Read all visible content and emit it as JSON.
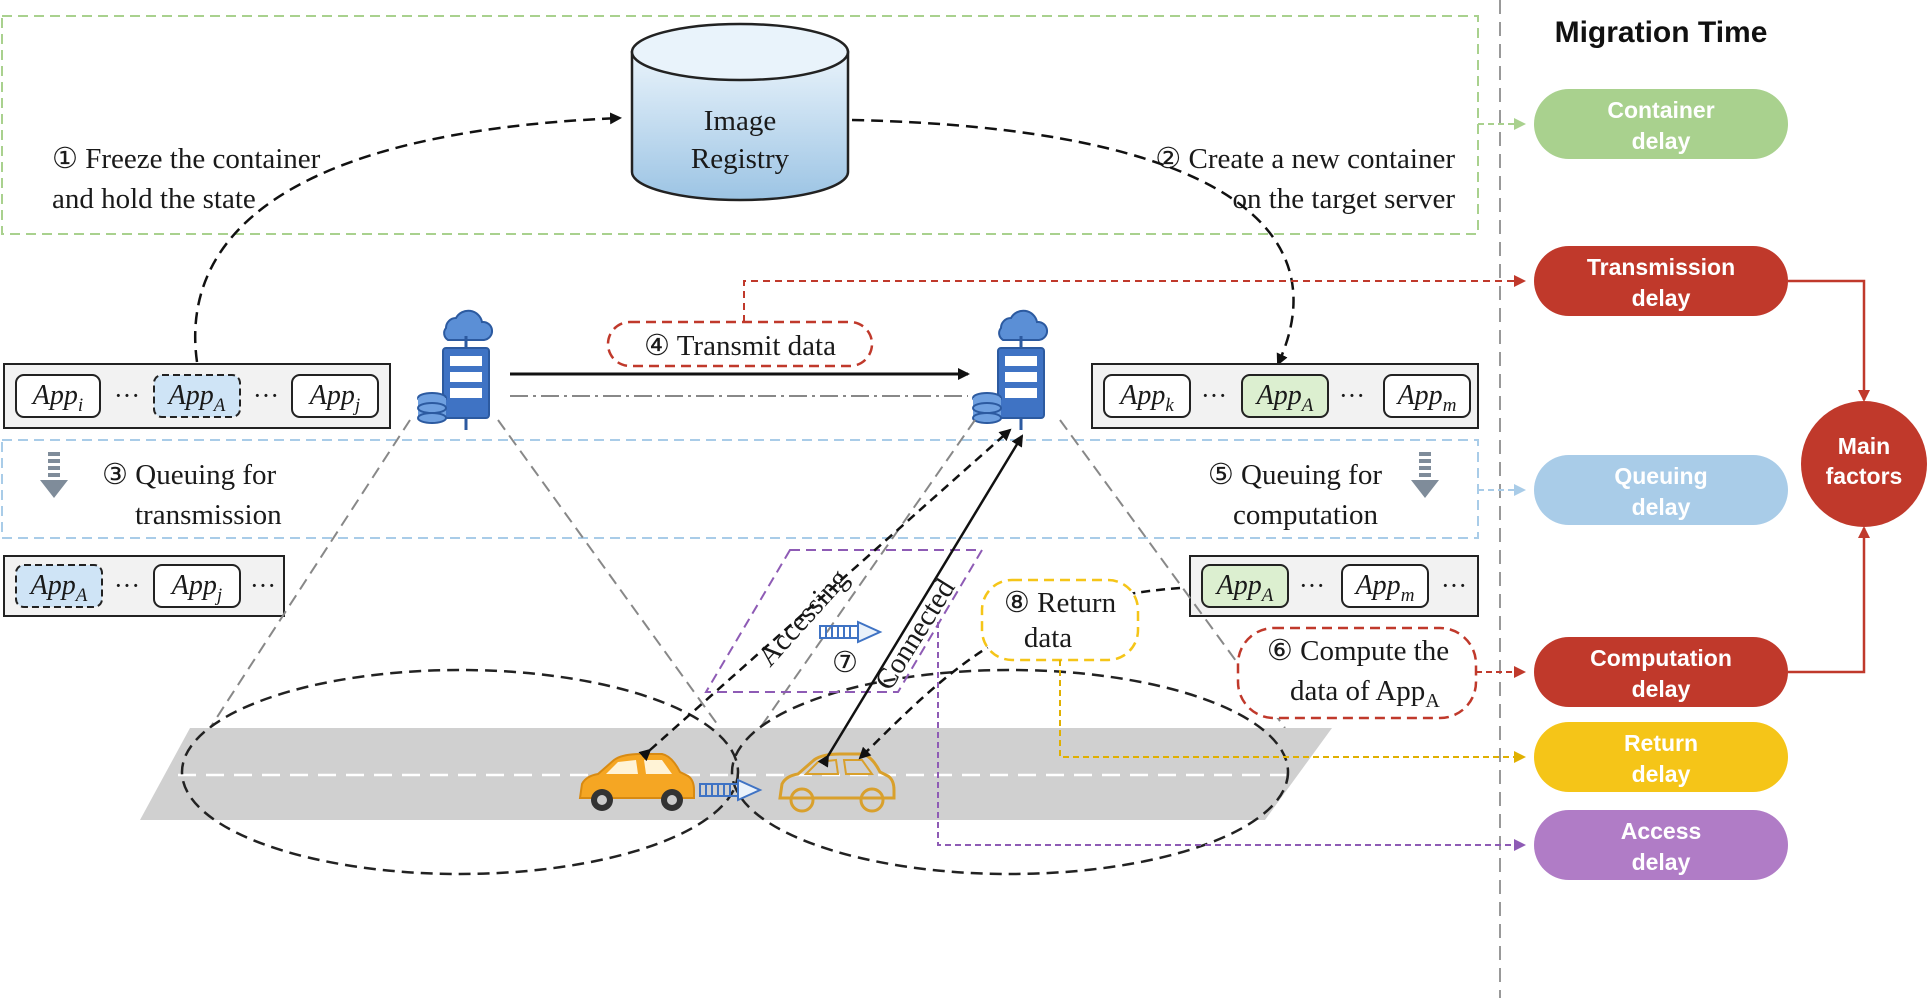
{
  "title": "Migration Time",
  "steps": {
    "s1_line1": "① Freeze the container",
    "s1_line2": "and hold the state",
    "s2_line1": "② Create a new container",
    "s2_line2": "on the target server",
    "s3_line1": "③ Queuing for",
    "s3_line2": "transmission",
    "s4": "④ Transmit data",
    "s5_line1": "⑤ Queuing for",
    "s5_line2": "computation",
    "s6_line1": "⑥ Compute the",
    "s6_line2": "data of App",
    "s6_sub": "A",
    "s7_num": "⑦",
    "s8_line1": "⑧ Return",
    "s8_line2": "data"
  },
  "registry": {
    "line1": "Image",
    "line2": "Registry"
  },
  "link_labels": {
    "accessing": "Accessing",
    "connected": "Connected"
  },
  "apps": {
    "app": "App",
    "sub_i": "i",
    "sub_A": "A",
    "sub_j": "j",
    "sub_k": "k",
    "sub_m": "m",
    "ellipsis": "···"
  },
  "delays": [
    {
      "line1": "Container",
      "line2": "delay",
      "color": "#a9d18e"
    },
    {
      "line1": "Transmission",
      "line2": "delay",
      "color": "#c0392b"
    },
    {
      "line1": "Queuing",
      "line2": "delay",
      "color": "#a9cce8"
    },
    {
      "line1": "Computation",
      "line2": "delay",
      "color": "#c0392b"
    },
    {
      "line1": "Return",
      "line2": "delay",
      "color": "#f5c518"
    },
    {
      "line1": "Access",
      "line2": "delay",
      "color": "#b07cc6"
    }
  ],
  "main_factors": {
    "line1": "Main",
    "line2": "factors",
    "color": "#c0392b"
  },
  "colors": {
    "container_frame": "#a9d18e",
    "queue_frame": "#a9cce8",
    "transmit_frame": "#c0392b",
    "return_frame": "#f5c518",
    "access_frame": "#8e5bb5",
    "app_blue": "#cfe4f6",
    "app_green": "#dcefd0",
    "road": "#cfcfcf"
  }
}
